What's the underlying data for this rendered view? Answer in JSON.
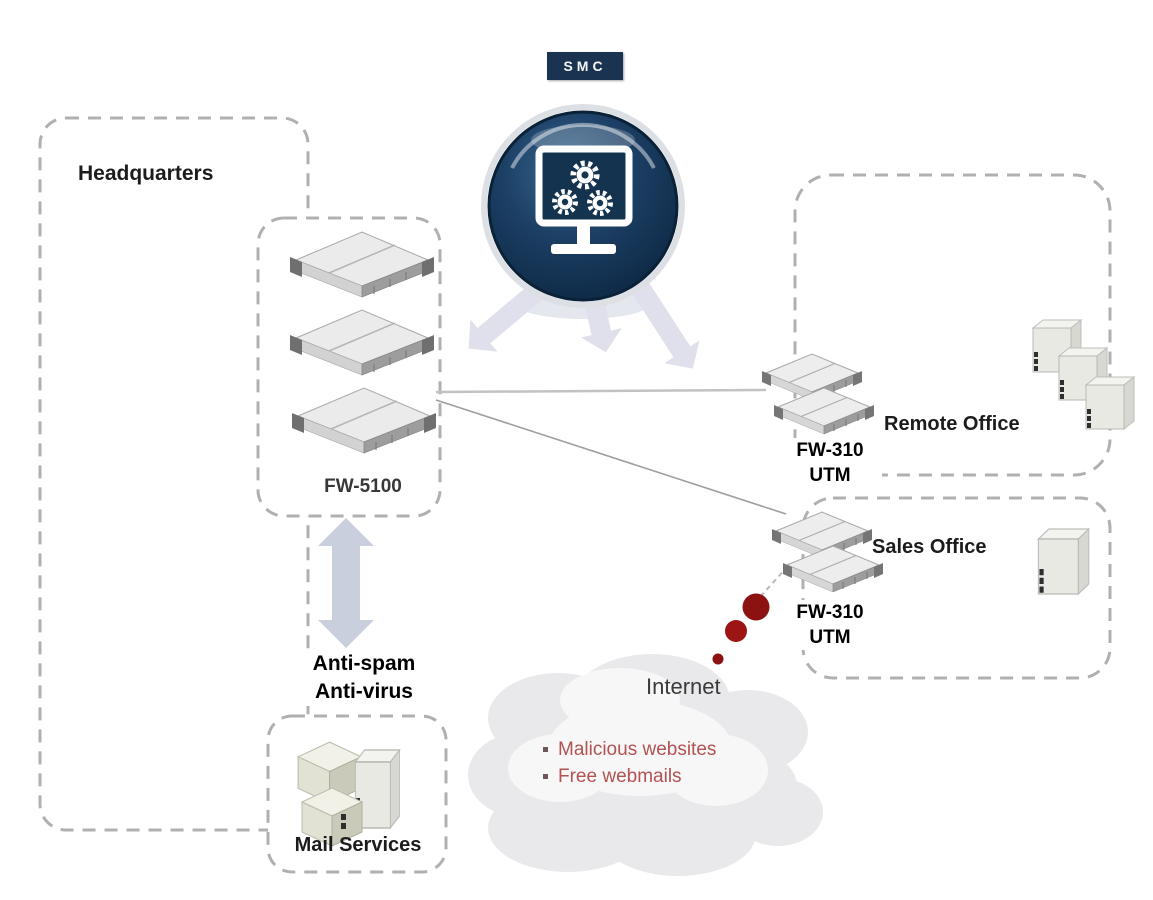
{
  "smc": {
    "badge_label": "SMC"
  },
  "headquarters": {
    "label": "Headquarters",
    "firewall_label": "FW-5100"
  },
  "antispam": {
    "line1": "Anti-spam",
    "line2": "Anti-virus"
  },
  "mail_services": {
    "label": "Mail Services"
  },
  "remote_office": {
    "label": "Remote Office",
    "fw_line1": "FW-310",
    "fw_line2": "UTM"
  },
  "sales_office": {
    "label": "Sales Office",
    "fw_line1": "FW-310",
    "fw_line2": "UTM"
  },
  "internet": {
    "label": "Internet",
    "bullets": [
      "Malicious websites",
      "Free webmails"
    ]
  },
  "colors": {
    "smc_navy": "#16354f",
    "badge_navy": "#1a3350",
    "dashed_border_gray": "#b0b0b0",
    "threat_red": "#8e1212",
    "warning_text_red": "#b25252",
    "fan_arrow_lavender": "#e0e0ec",
    "sync_arrow_blue_gray": "#c9cfdc"
  }
}
